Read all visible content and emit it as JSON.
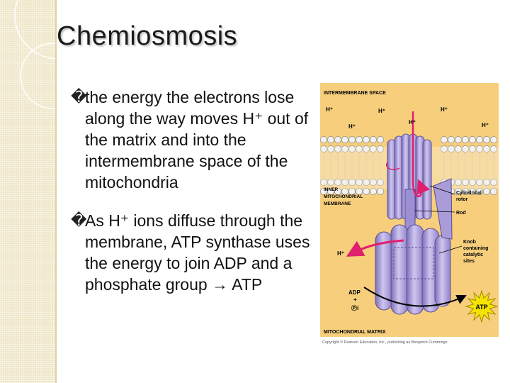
{
  "slide": {
    "title": "Chemiosmosis",
    "bullet_marker": "�",
    "bullets": [
      "the energy the electrons lose along the way moves H⁺ out of the matrix and into the intermembrane space of the mitochondria",
      "As H⁺ ions diffuse through the membrane, ATP synthase uses the energy to join ADP and a phosphate group → ATP"
    ]
  },
  "figure": {
    "intermembrane_label": "INTERMEMBRANE SPACE",
    "inner_membrane_label": [
      "INNER",
      "MITOCHONDRIAL",
      "MEMBRANE"
    ],
    "matrix_label": "MITOCHONDRIAL MATRIX",
    "rotor_label": [
      "Cylindrical",
      "rotor"
    ],
    "rod_label": "Rod",
    "knob_label": [
      "Knob",
      "containing",
      "catalytic",
      "sites"
    ],
    "h_ion": "H⁺",
    "adp": "ADP",
    "plus": "+",
    "pi": "Ⓟi",
    "atp": "ATP",
    "credit": "Copyright © Pearson Education, Inc., publishing as Benjamin Cummings.",
    "colors": {
      "panel": "#f7cf7c",
      "protein": "#a99cd8",
      "arrow": "#e0206e",
      "atp_star": "#f5e400"
    }
  }
}
